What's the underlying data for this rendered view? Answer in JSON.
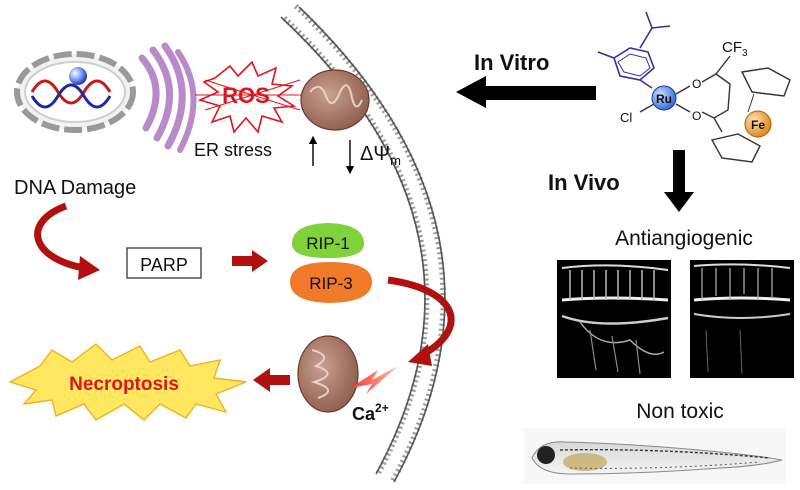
{
  "labels": {
    "ros": "ROS",
    "er_stress": "ER stress",
    "delta_psi": "ΔΨ",
    "delta_psi_sub": "m",
    "dna_damage": "DNA Damage",
    "parp": "PARP",
    "rip1": "RIP-1",
    "rip3": "RIP-3",
    "necroptosis": "Necroptosis",
    "calcium": "Ca",
    "calcium_sup": "2+",
    "in_vitro": "In Vitro",
    "in_vivo": "In Vivo",
    "antiangiogenic": "Antiangiogenic",
    "non_toxic": "Non toxic"
  },
  "molecule": {
    "cf3": "CF",
    "cf3_sub": "3",
    "ru": "Ru",
    "cl": "Cl",
    "fe": "Fe",
    "o1": "O",
    "o2": "O"
  },
  "colors": {
    "arrow_red": "#b01010",
    "ros_red": "#e0141e",
    "rip1_green": "#7fd23a",
    "rip3_orange": "#f07a2a",
    "ru_blue": "#3a6fd8",
    "fe_orange": "#f0a040",
    "mito_brown": "#a07060",
    "er_purple": "#b98ac9",
    "burst_yellow": "#ffe860"
  }
}
